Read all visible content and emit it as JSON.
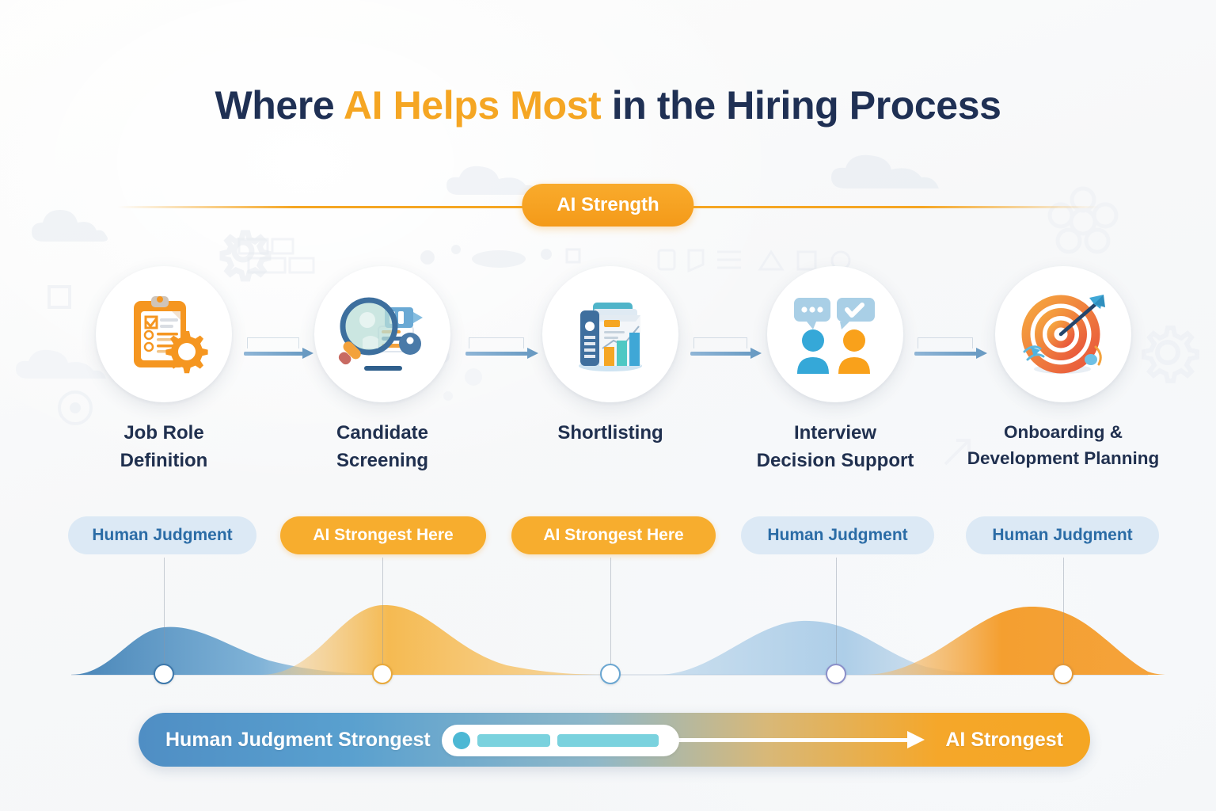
{
  "header": {
    "title_part1": "Where ",
    "title_highlight": "AI Helps Most",
    "title_part2": " in the Hiring Process",
    "strength_pill": "AI Strength"
  },
  "colors": {
    "navy": "#1f3054",
    "orange": "#f5a623",
    "blue": "#4f8ec4",
    "badge_human_bg": "#dce9f5",
    "badge_human_text": "#2b6ca6",
    "badge_ai_bg": "#f7ad2e",
    "badge_ai_text": "#ffffff",
    "arrow_blue": "#6b9cc4",
    "teal": "#7ad2de"
  },
  "stages": [
    {
      "label": "Job Role\nDefinition",
      "icon": "clipboard-gear-icon",
      "badge": "Human Judgment",
      "badge_type": "human",
      "marker_color": "#3d78ab"
    },
    {
      "label": "Candidate\nScreening",
      "icon": "magnifier-resume-icon",
      "badge": "AI Strongest Here",
      "badge_type": "ai",
      "marker_color": "#e8a93b"
    },
    {
      "label": "Shortlisting",
      "icon": "document-barchart-icon",
      "badge": "AI Strongest Here",
      "badge_type": "ai",
      "marker_color": "#6aa6d1"
    },
    {
      "label": "Interview\nDecision Support",
      "icon": "people-chat-icon",
      "badge": "Human Judgment",
      "badge_type": "human",
      "marker_color": "#8b8fc9"
    },
    {
      "label": "Onboarding &\nDevelopment Planning",
      "icon": "target-arrow-icon",
      "badge": "Human Judgment",
      "badge_type": "human",
      "marker_color": "#e29a3c"
    }
  ],
  "footer": {
    "left_label": "Human Judgment Strongest",
    "right_label": "AI Strongest",
    "arrow": "right-arrow-icon"
  },
  "chart_data": {
    "type": "area",
    "title": "AI Strength across hiring stages",
    "xlabel": "",
    "ylabel": "AI Strength",
    "grid": false,
    "legend": "none",
    "categories": [
      "Job Role Definition",
      "Candidate Screening",
      "Shortlisting",
      "Interview Decision Support",
      "Onboarding & Development Planning"
    ],
    "x": [
      207,
      483,
      771,
      1056,
      1343
    ],
    "series": [
      {
        "name": "Human Judgment",
        "color": "#4f8ec4",
        "values": [
          0.55,
          0.18,
          0.08,
          0.62,
          0.12
        ]
      },
      {
        "name": "AI Strength",
        "color": "#f5a623",
        "values": [
          0.1,
          0.72,
          0.3,
          0.06,
          0.8
        ]
      }
    ],
    "peaks": [
      {
        "at": "Job Role Definition",
        "series": "Human Judgment",
        "height": 0.55
      },
      {
        "at": "Candidate Screening",
        "series": "AI Strength",
        "height": 0.72
      },
      {
        "at": "Interview Decision Support",
        "series": "Human Judgment",
        "height": 0.62
      },
      {
        "at": "Onboarding & Development Planning",
        "series": "AI Strength",
        "height": 0.8
      }
    ],
    "ylim": [
      0,
      1
    ]
  }
}
